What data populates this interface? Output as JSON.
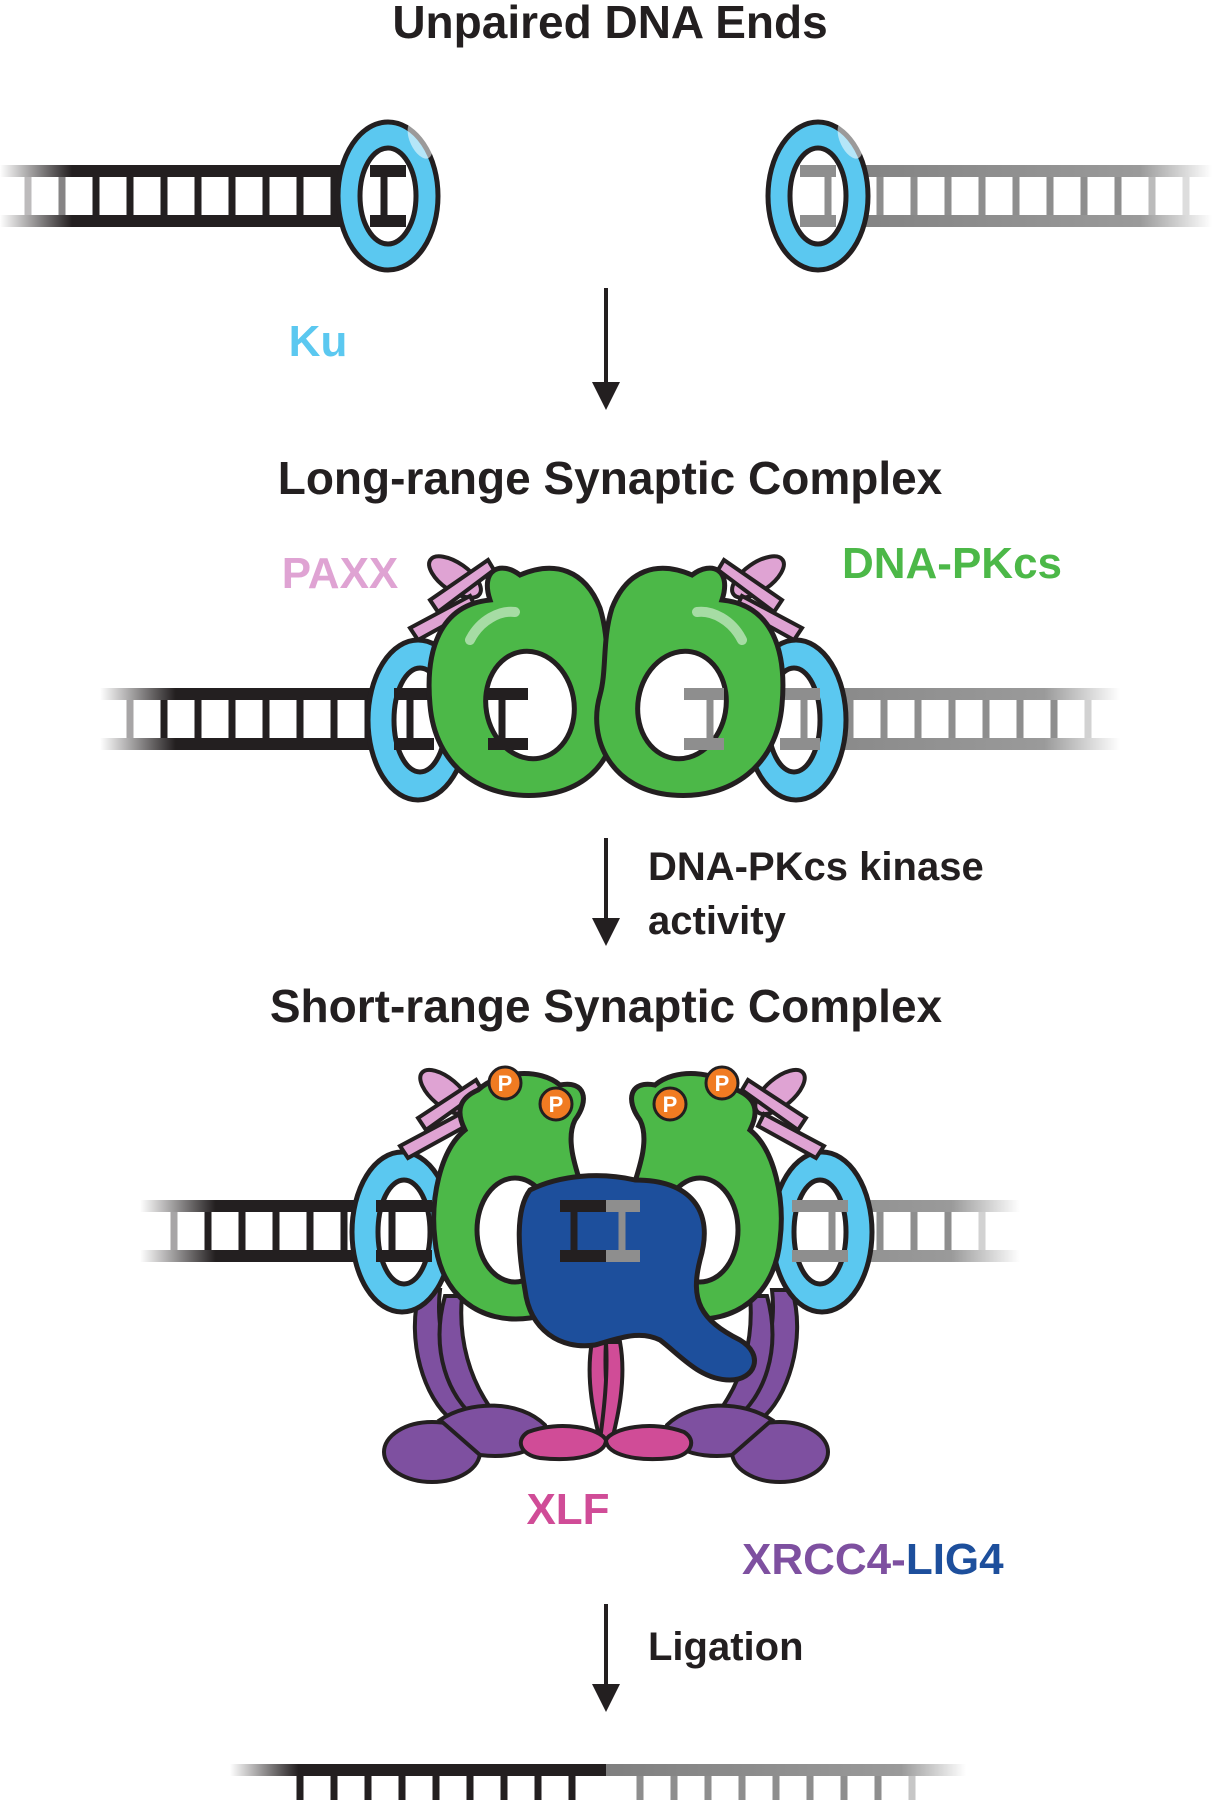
{
  "stages": {
    "unpaired": {
      "title": "Unpaired DNA Ends"
    },
    "long_range": {
      "title": "Long-range Synaptic Complex"
    },
    "short_range": {
      "title": "Short-range Synaptic Complex"
    }
  },
  "arrows": {
    "kinase_line1": "DNA-PKcs kinase",
    "kinase_line2": "activity",
    "ligation": "Ligation"
  },
  "labels": {
    "ku": "Ku",
    "paxx": "PAXX",
    "dnapkcs": "DNA-PKcs",
    "xlf": "XLF",
    "xrcc4": "XRCC4",
    "dash": "-",
    "lig4": "LIG4",
    "phospho": "P"
  },
  "colors": {
    "ku": "#5bc8f0",
    "ku_dark": "#1a1a1a",
    "paxx": "#dfa3d3",
    "dnapkcs": "#4cb848",
    "xlf": "#d04c97",
    "xrcc4": "#7e50a0",
    "lig4": "#1d4f9c",
    "phospho": "#f07b22",
    "dna_black": "#231f20",
    "dna_gray": "#8e8e8e",
    "text": "#231f20"
  }
}
